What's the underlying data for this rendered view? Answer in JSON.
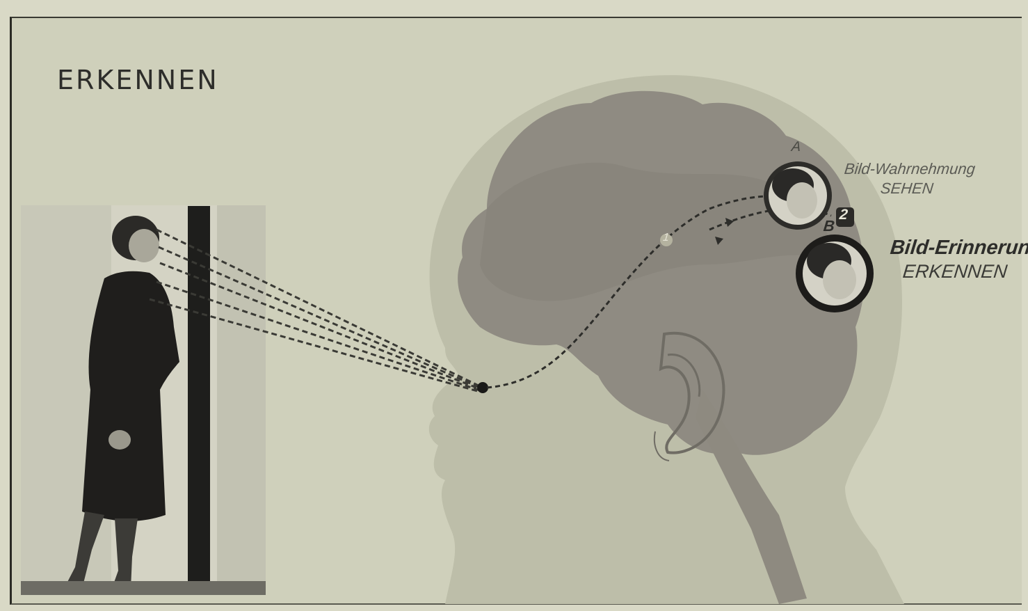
{
  "title": "ERKENNEN",
  "labels": {
    "a": "A",
    "b": "B",
    "marker_1": "1",
    "marker_2": "2",
    "perception_line1": "Bild-Wahrnehmung",
    "perception_line2": "SEHEN",
    "memory_line1": "Bild-Erinnerung",
    "memory_line2": "ERKENNEN"
  },
  "colors": {
    "paper": "#cfd0bb",
    "head": "#bfc0ac",
    "brain": "#8e8a80",
    "ink": "#2d2d2a"
  }
}
